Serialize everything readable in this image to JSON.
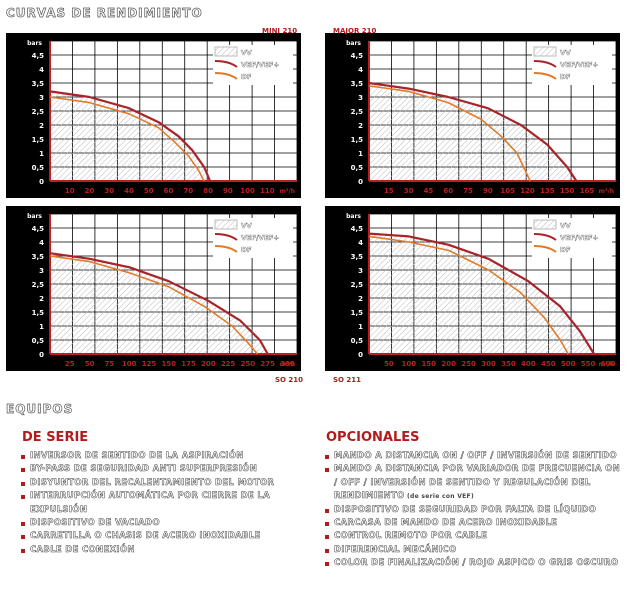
{
  "section_curves_title": "CURVAS DE RENDIMIENTO",
  "section_equip_title": "EQUIPOS",
  "legend": [
    "VV",
    "VEF/VEF+",
    "DF"
  ],
  "colors": {
    "vv": "#c9c9c9",
    "vef": "#a8232a",
    "df": "#e07b2c",
    "axis": "#bb1f1f",
    "bg": "#000000"
  },
  "chart_data": [
    {
      "type": "line",
      "model": "MINI 210",
      "ylabel": "bars",
      "xlabel": "m³/h",
      "ylim": [
        0,
        5
      ],
      "xlim": [
        0,
        125
      ],
      "yticks": [
        "0",
        "0,5",
        "1",
        "1,5",
        "2",
        "2,5",
        "3",
        "3,5",
        "4",
        "4,5"
      ],
      "xticks": [
        "10",
        "20",
        "30",
        "40",
        "50",
        "60",
        "70",
        "80",
        "90",
        "100",
        "110"
      ],
      "series": [
        {
          "name": "VEF/VEF+",
          "x": [
            0,
            20,
            40,
            55,
            65,
            72,
            78,
            81
          ],
          "y": [
            3.2,
            3.0,
            2.6,
            2.1,
            1.6,
            1.1,
            0.5,
            0
          ]
        },
        {
          "name": "DF",
          "x": [
            0,
            20,
            40,
            55,
            63,
            70,
            75,
            78
          ],
          "y": [
            3.0,
            2.8,
            2.4,
            1.9,
            1.4,
            0.9,
            0.4,
            0
          ]
        }
      ]
    },
    {
      "type": "line",
      "model": "MAJOR 210",
      "ylabel": "bars",
      "xlabel": "m³/h",
      "ylim": [
        0,
        5
      ],
      "xlim": [
        0,
        187
      ],
      "yticks": [
        "0",
        "0,5",
        "1",
        "1,5",
        "2",
        "2,5",
        "3",
        "3,5",
        "4",
        "4,5"
      ],
      "xticks": [
        "15",
        "30",
        "45",
        "60",
        "75",
        "90",
        "105",
        "120",
        "135",
        "150",
        "165"
      ],
      "series": [
        {
          "name": "VEF/VEF+",
          "x": [
            0,
            30,
            60,
            90,
            115,
            135,
            150,
            157
          ],
          "y": [
            3.5,
            3.3,
            3.0,
            2.6,
            2.0,
            1.3,
            0.5,
            0
          ]
        },
        {
          "name": "DF",
          "x": [
            0,
            30,
            60,
            85,
            100,
            112,
            118,
            122
          ],
          "y": [
            3.4,
            3.2,
            2.8,
            2.2,
            1.6,
            1.0,
            0.4,
            0
          ]
        }
      ]
    },
    {
      "type": "line",
      "model": "SO 210",
      "ylabel": "bars",
      "xlabel": "m³/h",
      "ylim": [
        0,
        5
      ],
      "xlim": [
        0,
        312
      ],
      "yticks": [
        "0",
        "0,5",
        "1",
        "1,5",
        "2",
        "2,5",
        "3",
        "3,5",
        "4",
        "4,5"
      ],
      "xticks": [
        "25",
        "50",
        "75",
        "100",
        "125",
        "150",
        "175",
        "200",
        "225",
        "250",
        "275",
        "300"
      ],
      "series": [
        {
          "name": "VEF/VEF+",
          "x": [
            0,
            50,
            100,
            150,
            200,
            240,
            265,
            275
          ],
          "y": [
            3.6,
            3.4,
            3.1,
            2.6,
            1.9,
            1.2,
            0.5,
            0
          ]
        },
        {
          "name": "DF",
          "x": [
            0,
            50,
            100,
            150,
            195,
            230,
            250,
            262
          ],
          "y": [
            3.5,
            3.3,
            2.9,
            2.4,
            1.7,
            1.0,
            0.4,
            0
          ]
        }
      ]
    },
    {
      "type": "line",
      "model": "SO 211",
      "ylabel": "bars",
      "xlabel": "m³/h",
      "ylim": [
        0,
        5
      ],
      "xlim": [
        0,
        620
      ],
      "yticks": [
        "0",
        "0,5",
        "1",
        "1,5",
        "2",
        "2,5",
        "3",
        "3,5",
        "4",
        "4,5"
      ],
      "xticks": [
        "50",
        "100",
        "150",
        "200",
        "250",
        "300",
        "350",
        "400",
        "450",
        "500",
        "550",
        "600"
      ],
      "series": [
        {
          "name": "VEF/VEF+",
          "x": [
            0,
            100,
            200,
            300,
            400,
            480,
            530,
            565
          ],
          "y": [
            4.3,
            4.2,
            3.9,
            3.4,
            2.6,
            1.7,
            0.8,
            0
          ]
        },
        {
          "name": "DF",
          "x": [
            0,
            100,
            200,
            300,
            380,
            440,
            480,
            500
          ],
          "y": [
            4.2,
            4.0,
            3.7,
            3.0,
            2.2,
            1.3,
            0.5,
            0
          ]
        }
      ]
    }
  ],
  "serie": {
    "title": "DE SERIE",
    "items": [
      "INVERSOR DE SENTIDO DE LA ASPIRACIÓN",
      "BY-PASS DE SEGURIDAD ANTI SUPERPRESIÓN",
      "DISYUNTOR DEL RECALENTAMIENTO DEL MOTOR",
      "INTERRUPCIÓN AUTOMÁTICA POR CIERRE DE LA EXPULSIÓN",
      "DISPOSITIVO DE VACIADO",
      "CARRETILLA O CHASIS DE ACERO INOXIDABLE",
      "CABLE DE CONEXIÓN"
    ]
  },
  "opcionales": {
    "title": "OPCIONALES",
    "items": [
      "MANDO A DISTANCIA ON / OFF / INVERSIÓN DE SENTIDO",
      "MANDO A DISTANCIA POR VARIADOR DE FRECUENCIA ON / OFF / INVERSIÓN DE SENTIDO Y REGULACIÓN DEL RENDIMIENTO",
      "DISPOSITIVO DE SEGURIDAD POR FALTA DE LÍQUIDO",
      "CARCASA DE MANDO DE ACERO INOXIDABLE",
      "CONTROL REMOTO POR CABLE",
      "DIFERENCIAL MECÁNICO",
      "COLOR DE FINALIZACIÓN / ROJO ASPICO O GRIS OSCURO"
    ],
    "note": "(de serie con VEF)"
  }
}
